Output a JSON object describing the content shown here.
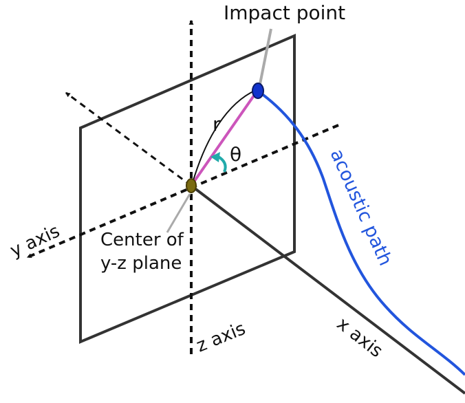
{
  "labels": {
    "impact_point": "Impact point",
    "r": "r",
    "theta": "θ",
    "acoustic_path": "acoustic path",
    "y_axis": "y axis",
    "center_line1": "Center of",
    "center_line2": "y-z plane",
    "z_axis": "z axis",
    "x_axis": "x axis"
  },
  "colors": {
    "plane": "#333333",
    "axis": "#111111",
    "radius": "#cc55bb",
    "angle_arc": "#22aaaa",
    "acoustic_path": "#2255dd",
    "impact_point": "#1133cc",
    "center_point": "#7a6a10",
    "pointer": "#aaaaaa"
  }
}
